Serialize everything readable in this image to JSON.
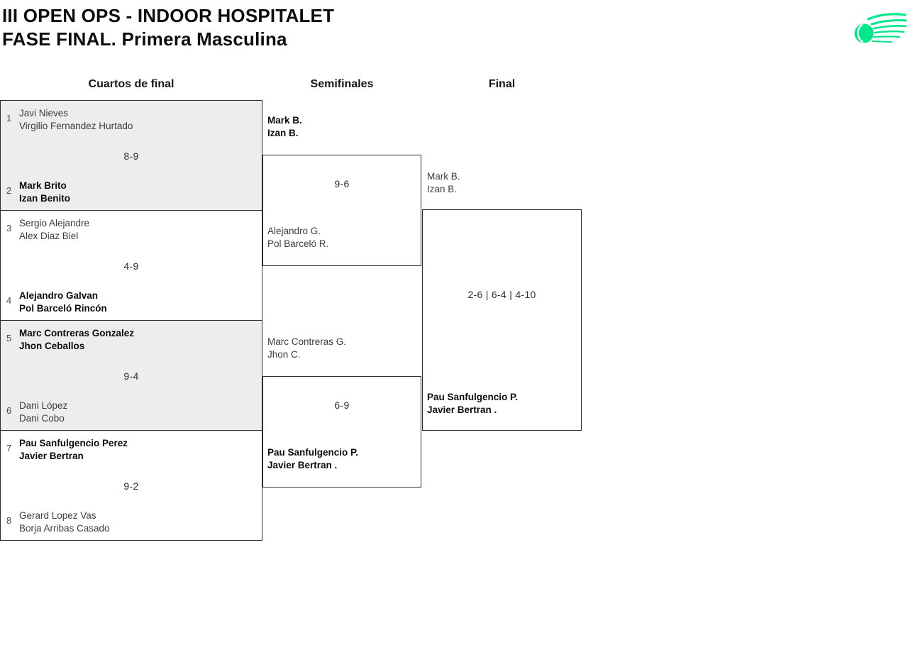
{
  "title": {
    "line1": "III OPEN OPS - INDOOR HOSPITALET",
    "line2": "FASE FINAL. Primera Masculina"
  },
  "columns": {
    "quarterfinals_label": "Cuartos de final",
    "semifinals_label": "Semifinales",
    "final_label": "Final"
  },
  "colors": {
    "accent_green": "#00E88C",
    "row_shade_gray": "#ededed",
    "border_dark": "#2b2b2b"
  },
  "logo": {
    "name": "padel-ball-swoosh-logo"
  },
  "bracket": {
    "quarterfinals": [
      {
        "seed_top": "1",
        "team_top": [
          "Javi Nieves",
          "Virgilio Fernandez Hurtado"
        ],
        "seed_bottom": "2",
        "team_bottom": [
          "Mark Brito",
          "Izan Benito"
        ],
        "score": "8-9",
        "winner": "bottom"
      },
      {
        "seed_top": "3",
        "team_top": [
          "Sergio Alejandre",
          "Alex Diaz Biel"
        ],
        "seed_bottom": "4",
        "team_bottom": [
          "Alejandro Galvan",
          "Pol Barceló Rincón"
        ],
        "score": "4-9",
        "winner": "bottom"
      },
      {
        "seed_top": "5",
        "team_top": [
          "Marc Contreras Gonzalez",
          "Jhon Ceballos"
        ],
        "seed_bottom": "6",
        "team_bottom": [
          "Dani López",
          "Dani Cobo"
        ],
        "score": "9-4",
        "winner": "top"
      },
      {
        "seed_top": "7",
        "team_top": [
          "Pau Sanfulgencio Perez",
          "Javier Bertran"
        ],
        "seed_bottom": "8",
        "team_bottom": [
          "Gerard Lopez Vas",
          "Borja Arribas Casado"
        ],
        "score": "9-2",
        "winner": "top"
      }
    ],
    "semifinals": [
      {
        "team_top": [
          "Mark B.",
          "Izan B."
        ],
        "team_bottom": [
          "Alejandro G.",
          "Pol Barceló R."
        ],
        "score": "9-6",
        "winner": "top"
      },
      {
        "team_top": [
          "Marc Contreras G.",
          "Jhon C."
        ],
        "team_bottom": [
          "Pau Sanfulgencio P.",
          "Javier Bertran ."
        ],
        "score": "6-9",
        "winner": "bottom"
      }
    ],
    "final": {
      "team_top": [
        "Mark B.",
        "Izan B."
      ],
      "team_bottom": [
        "Pau Sanfulgencio P.",
        "Javier Bertran ."
      ],
      "score": "2-6 | 6-4 | 4-10",
      "winner": "bottom"
    }
  }
}
